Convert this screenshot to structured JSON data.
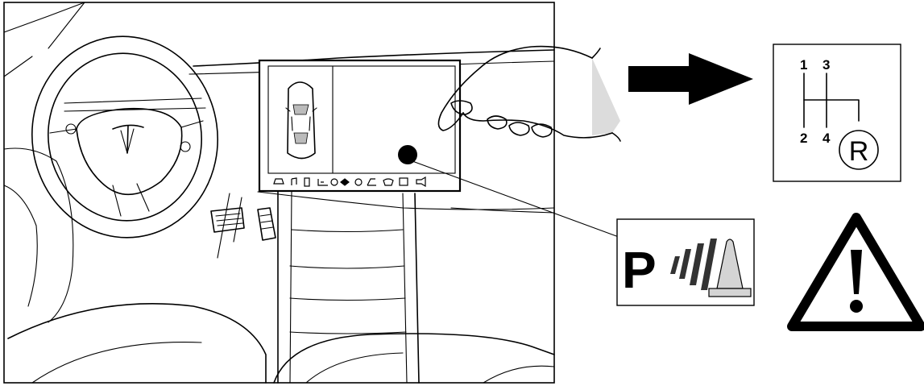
{
  "gear_diagram": {
    "labels": [
      "1",
      "3",
      "2",
      "4"
    ],
    "reverse_label": "R"
  },
  "parking_sensor_symbol": {
    "letter": "P",
    "cone_color": "#d4d4d4",
    "wave_color": "#333333"
  },
  "warning_symbol": {
    "glyph": "!"
  },
  "icons": {
    "touchscreen_tap_point": "dot-icon",
    "pointer": "arrow-right-icon"
  }
}
